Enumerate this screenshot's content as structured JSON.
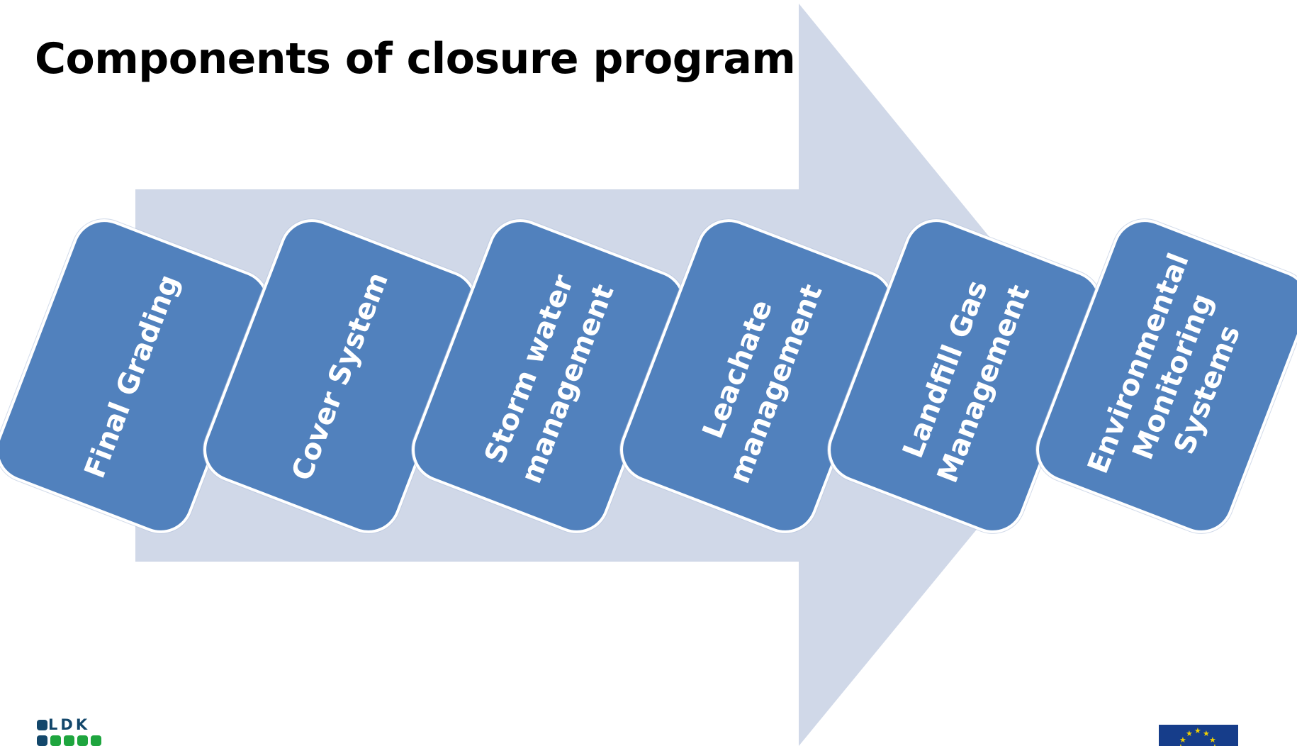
{
  "title": "Components of closure program",
  "steps": [
    {
      "label": "Final Grading"
    },
    {
      "label": "Cover System"
    },
    {
      "label": "Storm water\nmanagement"
    },
    {
      "label": "Leachate\nmanagement"
    },
    {
      "label": "Landfill Gas\nManagement"
    },
    {
      "label": "Environmental\nMonitoring\nSystems"
    }
  ],
  "logo": {
    "text": "LDK"
  },
  "colors": {
    "arrow": "#d0d8e8",
    "box": "#5181bd",
    "logo_dark": "#13476b",
    "logo_green": "#1ea53e",
    "flag_blue": "#163d8a",
    "flag_star": "#f2d100"
  }
}
